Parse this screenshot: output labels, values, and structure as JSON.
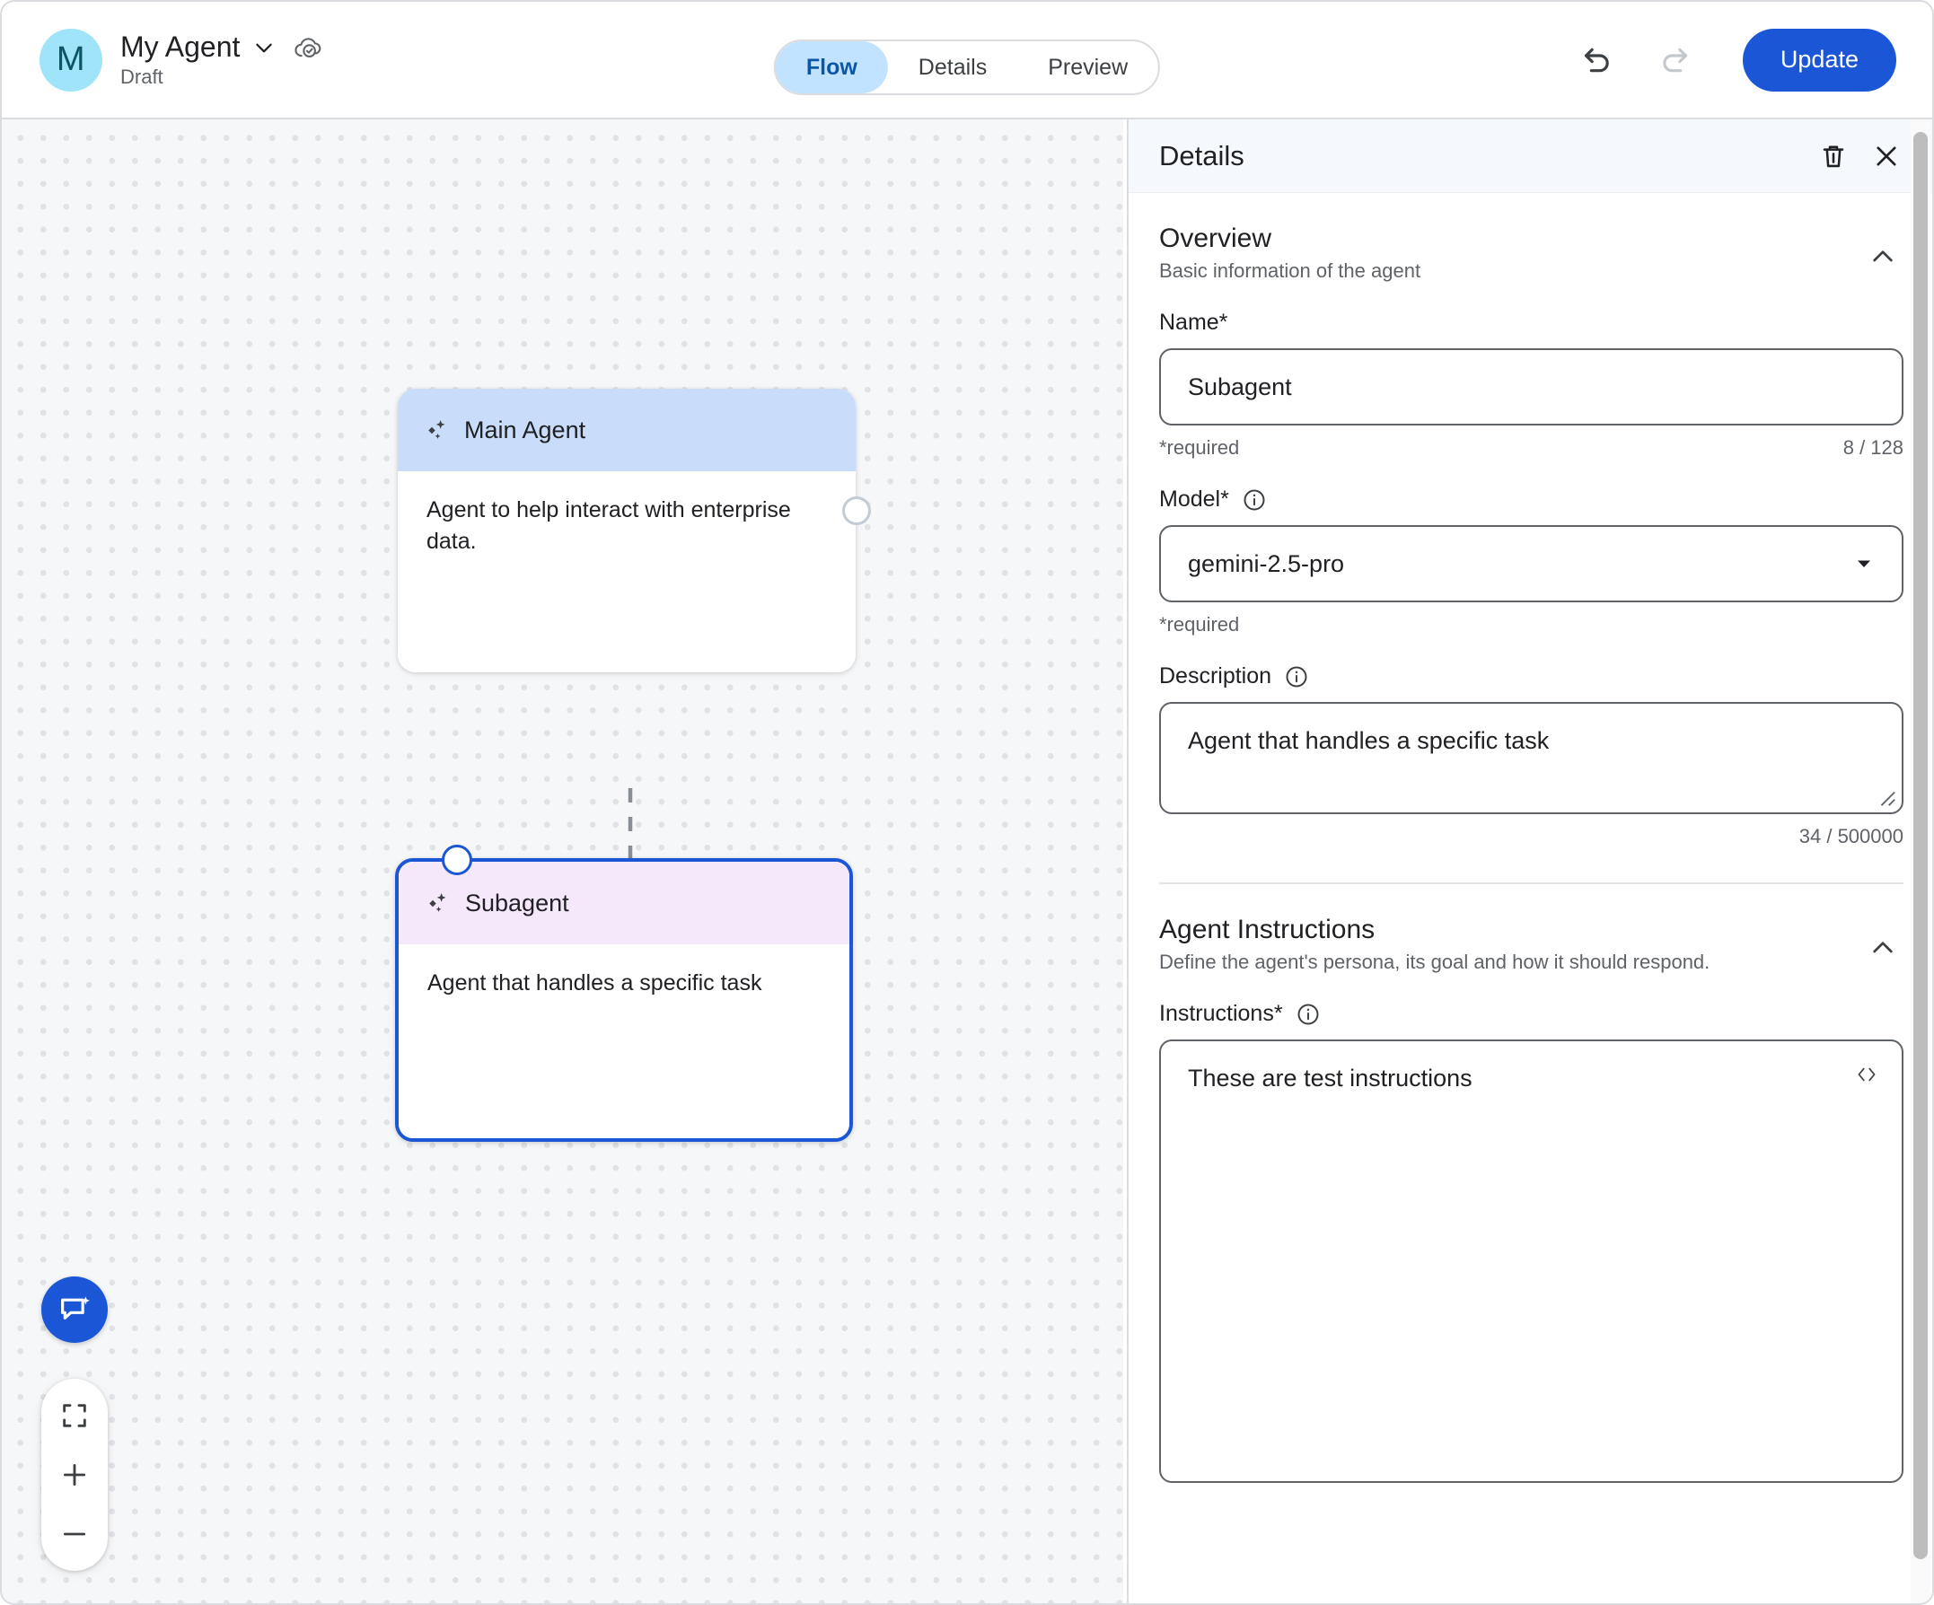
{
  "header": {
    "avatar_letter": "M",
    "agent_name": "My Agent",
    "status": "Draft",
    "dropdown_icon": "chevron-down-icon",
    "save_state_icon": "cloud-done-icon",
    "tabs": [
      {
        "label": "Flow",
        "active": true
      },
      {
        "label": "Details",
        "active": false
      },
      {
        "label": "Preview",
        "active": false
      }
    ],
    "undo_label": "undo-icon",
    "redo_label": "redo-icon",
    "update_label": "Update"
  },
  "canvas": {
    "nodes": [
      {
        "title": "Main Agent",
        "description": "Agent to help interact with enterprise data.",
        "icon": "gemini-sparkle-icon",
        "selected": false
      },
      {
        "title": "Subagent",
        "description": "Agent that handles a specific task",
        "icon": "gemini-sparkle-icon",
        "selected": true
      }
    ],
    "controls": {
      "chat_fab": "chat-sparkle-icon",
      "fit_screen": "fit-screen-icon",
      "zoom_in": "plus-icon",
      "zoom_out": "minus-icon"
    }
  },
  "panel": {
    "title": "Details",
    "delete_icon": "trash-icon",
    "close_icon": "close-icon",
    "overview": {
      "title": "Overview",
      "subtitle": "Basic information of the agent",
      "collapse_icon": "chevron-up-icon",
      "name": {
        "label": "Name*",
        "value": "Subagent",
        "helper": "*required",
        "counter": "8 / 128"
      },
      "model": {
        "label": "Model*",
        "info_icon": "info-icon",
        "value": "gemini-2.5-pro",
        "dropdown_icon": "caret-down-icon",
        "helper": "*required"
      },
      "description": {
        "label": "Description",
        "info_icon": "info-icon",
        "value": "Agent that handles a specific task",
        "counter": "34 / 500000"
      }
    },
    "agent_instructions": {
      "title": "Agent Instructions",
      "subtitle": "Define the agent's persona, its goal and how it should respond.",
      "collapse_icon": "chevron-up-icon",
      "instructions": {
        "label": "Instructions*",
        "info_icon": "info-icon",
        "value": "These are test instructions",
        "code_icon": "code-brackets-icon"
      }
    }
  },
  "colors": {
    "accent": "#1a56d6",
    "tab_active_bg": "#c2e3ff",
    "tab_active_text": "#0b57a4",
    "node_main_header": "#c9ddfb",
    "node_sub_header": "#f6e8fb",
    "avatar_bg": "#9fe4f8"
  }
}
